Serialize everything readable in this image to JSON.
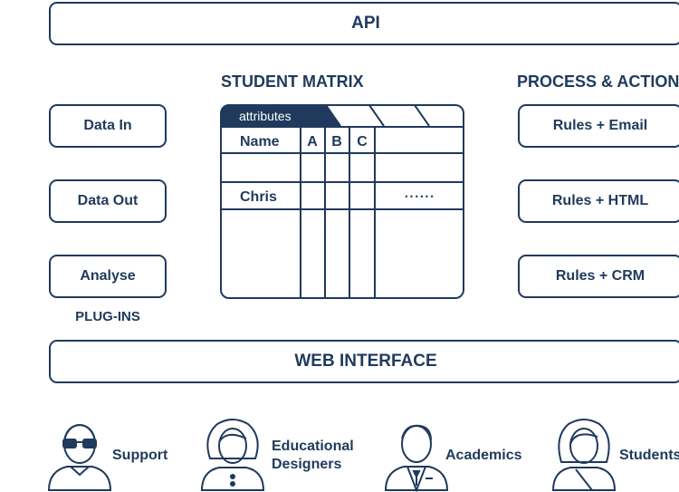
{
  "api": {
    "label": "API"
  },
  "student_matrix": {
    "heading": "STUDENT MATRIX",
    "tab_label": "attributes",
    "columns": {
      "name": "Name",
      "a": "A",
      "b": "B",
      "c": "C"
    },
    "row_name": "Chris",
    "row_ellipsis": "• • • • • •"
  },
  "plugins": {
    "label": "PLUG-INS",
    "items": [
      {
        "label": "Data In"
      },
      {
        "label": "Data Out"
      },
      {
        "label": "Analyse"
      }
    ]
  },
  "process": {
    "heading": "PROCESS & ACTION",
    "items": [
      {
        "label": "Rules + Email"
      },
      {
        "label": "Rules + HTML"
      },
      {
        "label": "Rules + CRM"
      }
    ]
  },
  "web_interface": {
    "label": "WEB INTERFACE"
  },
  "roles": [
    {
      "label": "Support",
      "icon": "support-person-icon"
    },
    {
      "label": "Educational Designers",
      "line1": "Educational",
      "line2": "Designers",
      "icon": "designer-person-icon"
    },
    {
      "label": "Academics",
      "icon": "academic-person-icon"
    },
    {
      "label": "Students",
      "icon": "student-person-icon"
    }
  ],
  "colors": {
    "primary": "#1f3a5c",
    "background": "#ffffff"
  }
}
